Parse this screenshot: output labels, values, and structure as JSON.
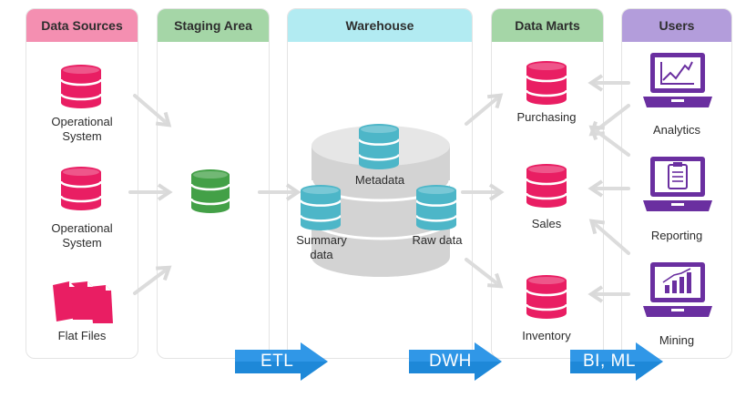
{
  "panels": {
    "data_sources": {
      "title": "Data Sources",
      "color": "#f48fb1"
    },
    "staging_area": {
      "title": "Staging Area",
      "color": "#a5d6a7"
    },
    "warehouse": {
      "title": "Warehouse",
      "color": "#b2ebf2"
    },
    "data_marts": {
      "title": "Data Marts",
      "color": "#a5d6a7"
    },
    "users": {
      "title": "Users",
      "color": "#b39ddb"
    }
  },
  "sources": {
    "op1": "Operational\nSystem",
    "op2": "Operational\nSystem",
    "flat": "Flat Files"
  },
  "warehouse": {
    "metadata": "Metadata",
    "summary": "Summary\ndata",
    "raw": "Raw data"
  },
  "marts": {
    "purchasing": "Purchasing",
    "sales": "Sales",
    "inventory": "Inventory"
  },
  "users": {
    "analytics": "Analytics",
    "reporting": "Reporting",
    "mining": "Mining"
  },
  "banners": {
    "etl": "ETL",
    "dwh": "DWH",
    "bi": "BI, ML"
  },
  "colors": {
    "source_db": "#e91e63",
    "staging_db": "#43a047",
    "warehouse_db": "#4db6c8",
    "mart_db": "#e91e63",
    "user_icon": "#6a2fa0",
    "arrow": "#d9d9d9",
    "banner": "#1e88d8"
  },
  "icons": {
    "db": "database-icon",
    "files": "flat-files-icon",
    "laptop_chart": "laptop-line-chart-icon",
    "laptop_clipboard": "laptop-clipboard-icon",
    "laptop_bars": "laptop-bar-chart-icon"
  }
}
